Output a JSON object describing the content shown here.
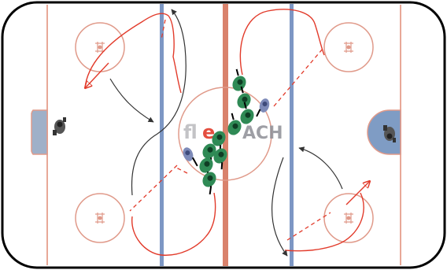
{
  "watermark": {
    "prefix": "fl",
    "middle": "e",
    "suffix": "ACH",
    "full_text": "flexxCOACH",
    "colors": {
      "main": "#b9b9bd",
      "accent": "#e23b2b"
    }
  },
  "colors": {
    "board": "#000000",
    "ice": "#ffffff",
    "goal_line": "#e8a898",
    "center_line": "#d9826c",
    "blue_line": "#7d97c4",
    "circle": "#e09a8a",
    "crease_left": "#8fa0b8",
    "crease_right": "#7f9cc4",
    "skating_path": "#e23b2b",
    "pass_arrow": "#333333",
    "player_team": "#2f8a55",
    "player_defense": "#7d8ab8"
  },
  "legend_icons": [
    "goalie-icon",
    "forward-player-icon",
    "defender-icon",
    "skate-path-icon",
    "pass-arrow-icon",
    "drop-pass-icon"
  ]
}
